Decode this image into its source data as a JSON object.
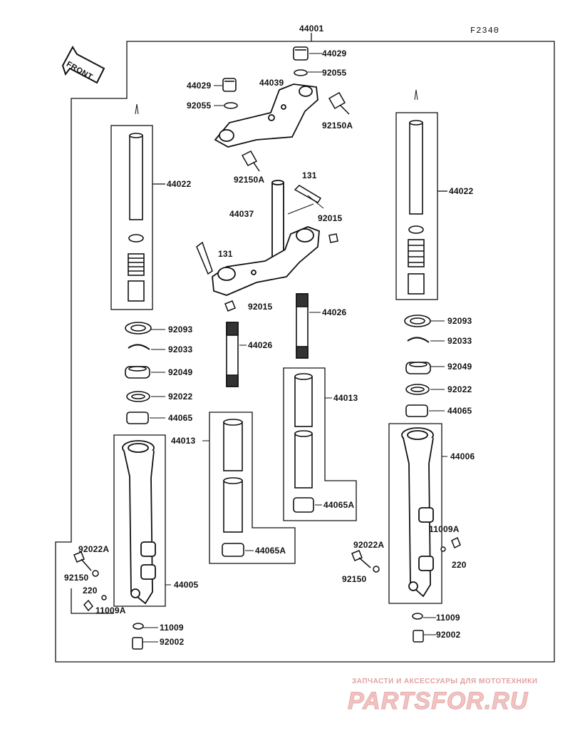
{
  "figure_code": "F2340",
  "front_label": "FRONT",
  "watermark": {
    "tagline": "ЗАПЧАСТИ И АКСЕССУАРЫ ДЛЯ МОТОТЕХНИКИ",
    "brand": "PARTSFOR.RU"
  },
  "parts": {
    "p44001": "44001",
    "p44029_a": "44029",
    "p92055_a": "92055",
    "p44029_b": "44029",
    "p44039": "44039",
    "p92055_b": "92055",
    "p92150A_a": "92150A",
    "p92150A_b": "92150A",
    "p131_a": "131",
    "p44037": "44037",
    "p92015_a": "92015",
    "p131_b": "131",
    "p92015_b": "92015",
    "p44022_l": "44022",
    "p44022_r": "44022",
    "p44026_r": "44026",
    "p44026_l": "44026",
    "p92093_l": "92093",
    "p92033_l": "92033",
    "p92049_l": "92049",
    "p92022_l": "92022",
    "p44065_l": "44065",
    "p92093_r": "92093",
    "p92033_r": "92033",
    "p92049_r": "92049",
    "p92022_r": "92022",
    "p44065_r": "44065",
    "p44013_r": "44013",
    "p44013_l": "44013",
    "p44065A_r": "44065A",
    "p44065A_l": "44065A",
    "p44006": "44006",
    "p44005": "44005",
    "p92022A_l": "92022A",
    "p92150_l": "92150",
    "p220_l": "220",
    "p11009A_l": "11009A",
    "p11009_l": "11009",
    "p92002_l": "92002",
    "p92022A_r": "92022A",
    "p92150_r": "92150",
    "p11009A_r": "11009A",
    "p220_r": "220",
    "p11009_r": "11009",
    "p92002_r": "92002"
  }
}
